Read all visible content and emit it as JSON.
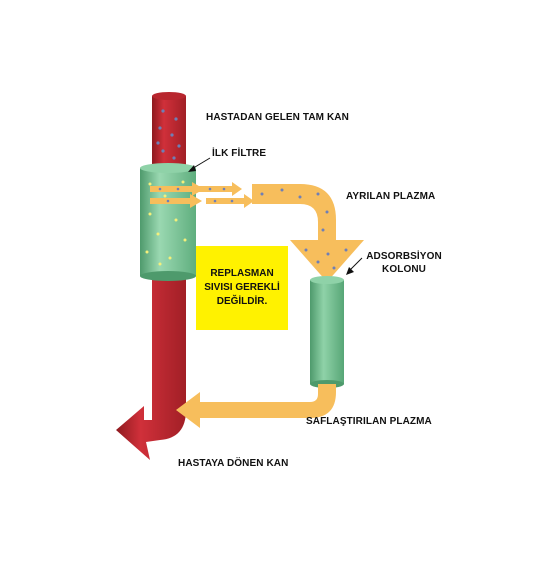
{
  "labels": {
    "whole_blood": "HASTADAN GELEN TAM KAN",
    "first_filter": "İLK FİLTRE",
    "separated_plasma": "AYRILAN PLAZMA",
    "adsorption_column_line1": "ADSORBSİYON",
    "adsorption_column_line2": "KOLONU",
    "purified_plasma": "SAFLAŞTIRILAN PLAZMA",
    "returned_blood": "HASTAYA DÖNEN KAN"
  },
  "note": {
    "line1": "REPLASMAN",
    "line2": "SIVISI GEREKLİ",
    "line3": "DEĞİLDİR.",
    "color": "#fff200"
  },
  "colors": {
    "blood": "#c0242b",
    "blood_dark": "#8e1a1f",
    "filter": "#7fc79b",
    "filter_dark": "#4e9a6c",
    "plasma": "#f7be5c",
    "particle": "#6f7fb6",
    "filter_dot": "#f4f07a"
  }
}
